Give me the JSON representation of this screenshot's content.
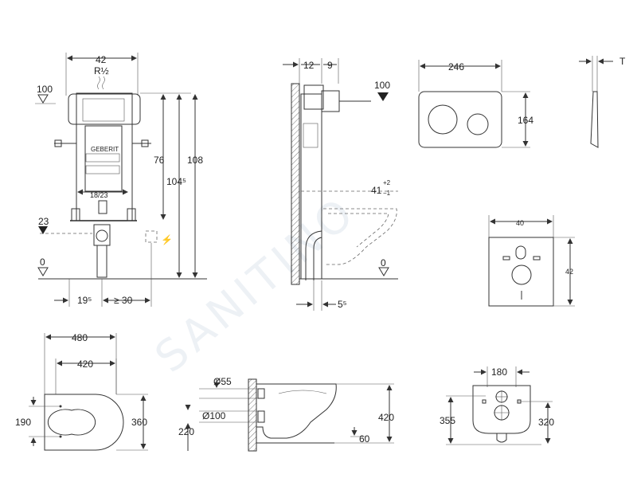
{
  "watermark": "SANITINO",
  "frame_view": {
    "width": "42",
    "connection": "R½",
    "level_top": "100",
    "height_76": "76",
    "height_104": "104⁵",
    "height_108": "108",
    "outlet": "18/23",
    "level_23": "23",
    "level_0": "0",
    "offset_19": "19⁵",
    "offset_30": "≥ 30",
    "brand": "GEBERIT"
  },
  "side_view": {
    "dim_12": "12",
    "dim_9": "9",
    "level_100": "100",
    "level_41": "41",
    "tol_plus": "+2",
    "tol_minus": "−1",
    "level_0": "0",
    "dim_5": "5⁵"
  },
  "plate_view": {
    "width": "246",
    "height": "164",
    "thickness": "T"
  },
  "mat_view": {
    "width": "40",
    "height": "42"
  },
  "bowl_top_view": {
    "width_480": "480",
    "width_420": "420",
    "depth_190": "190",
    "depth_360": "360"
  },
  "bowl_side_view": {
    "d55": "Ø55",
    "d100": "Ø100",
    "h220": "220",
    "h420": "420",
    "h60": "60"
  },
  "bowl_back_view": {
    "w180": "180",
    "h355": "355",
    "h320": "320"
  }
}
